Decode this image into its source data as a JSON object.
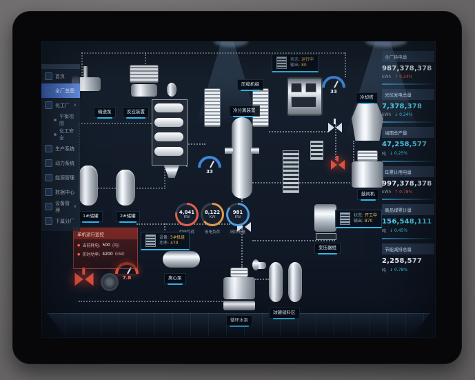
{
  "sidebar": {
    "items": [
      {
        "label": "首页",
        "icon": "home-icon"
      },
      {
        "label": "全厂总图",
        "icon": "map-icon",
        "active": true
      },
      {
        "label": "化工厂",
        "icon": "factory-icon",
        "chevron": "∨"
      },
      {
        "label": "平衡视图",
        "sub": true
      },
      {
        "label": "化工安全",
        "sub": true
      },
      {
        "label": "生产系统",
        "icon": "doc-icon"
      },
      {
        "label": "动力系统",
        "icon": "doc-icon"
      },
      {
        "label": "能源管理",
        "icon": "doc-icon"
      },
      {
        "label": "数据中心",
        "icon": "doc-icon"
      },
      {
        "label": "设备管理",
        "icon": "gear-icon",
        "chevron": "∧"
      },
      {
        "label": "下属分厂",
        "icon": "org-icon"
      }
    ]
  },
  "stats": {
    "colors": {
      "up": "#e25b4a",
      "down": "#3bc8ee",
      "cyan_value": "#4fd4f2",
      "white_value": "#eaf3fb"
    },
    "cards": [
      {
        "title": "全厂耗电量",
        "value": "987,378,378",
        "unit": "kWh",
        "arrow": "↑",
        "change": "0.24%",
        "trend": "up",
        "value_color": "white"
      },
      {
        "title": "光伏发电总量",
        "value": "7,378,378",
        "unit": "kWh",
        "arrow": "↓",
        "change": "0.24%",
        "trend": "down",
        "value_color": "cyan"
      },
      {
        "title": "当期总产量",
        "value": "47,258,577",
        "unit": "吨",
        "arrow": "↓",
        "change": "0.25%",
        "trend": "down",
        "value_color": "cyan"
      },
      {
        "title": "年累计用电量",
        "value": "997,378,378",
        "unit": "kWh",
        "arrow": "↑",
        "change": "0.78%",
        "trend": "up",
        "value_color": "white"
      },
      {
        "title": "商品煤累计量",
        "value": "156,548,111",
        "unit": "吨",
        "arrow": "↓",
        "change": "0.45%",
        "trend": "down",
        "value_color": "cyan"
      },
      {
        "title": "节能减排总量",
        "value": "2,258,577",
        "unit": "吨",
        "arrow": "↓",
        "change": "0.78%",
        "trend": "down",
        "value_color": "white"
      }
    ]
  },
  "diagram": {
    "labels": [
      {
        "text": "输送泵"
      },
      {
        "text": "反应装置"
      },
      {
        "text": "1#储罐"
      },
      {
        "text": "2#储罐"
      },
      {
        "text": "压缩机组"
      },
      {
        "text": "冷分离装置"
      },
      {
        "text": "冷却塔"
      },
      {
        "text": "鼓风机"
      },
      {
        "text": "变压器组"
      },
      {
        "text": "离心泵"
      },
      {
        "text": "循环水泵"
      },
      {
        "text": "球罐储料区"
      }
    ],
    "gauges": [
      {
        "value": "33",
        "color": "#3f87d8"
      },
      {
        "value": "33",
        "color": "#3f87d8"
      },
      {
        "value": "7.8",
        "color": "#e0503f",
        "alarm": true
      }
    ],
    "rings": [
      {
        "value": "4,041",
        "unit": "KW",
        "label": "供电负荷",
        "color": "#e0604f",
        "percent": "78%"
      },
      {
        "value": "8,122",
        "unit": "KW",
        "label": "用电负荷",
        "color": "#e09a4f",
        "percent": "64%"
      },
      {
        "value": "981",
        "unit": "KW",
        "label": "网供电量",
        "color": "#4f9de0",
        "percent": "86%"
      }
    ],
    "tooltips": [
      {
        "row1_label": "状态:",
        "row1_value": "运行中",
        "row2_label": "输出:",
        "row2_value": "80"
      },
      {
        "row1_label": "状态:",
        "row1_value": "开工中",
        "row2_label": "输出:",
        "row2_value": "870"
      },
      {
        "row1_label": "设备:",
        "row1_value": "5#机组",
        "row2_label": "功率:",
        "row2_value": "470"
      }
    ],
    "alert_panel": {
      "title": "单机运行监控",
      "rows": [
        {
          "label": "当前耗电:",
          "value": "500",
          "unit": "(吨)"
        },
        {
          "label": "实时功率:",
          "value": "4200",
          "unit": "(kW)"
        }
      ]
    }
  }
}
